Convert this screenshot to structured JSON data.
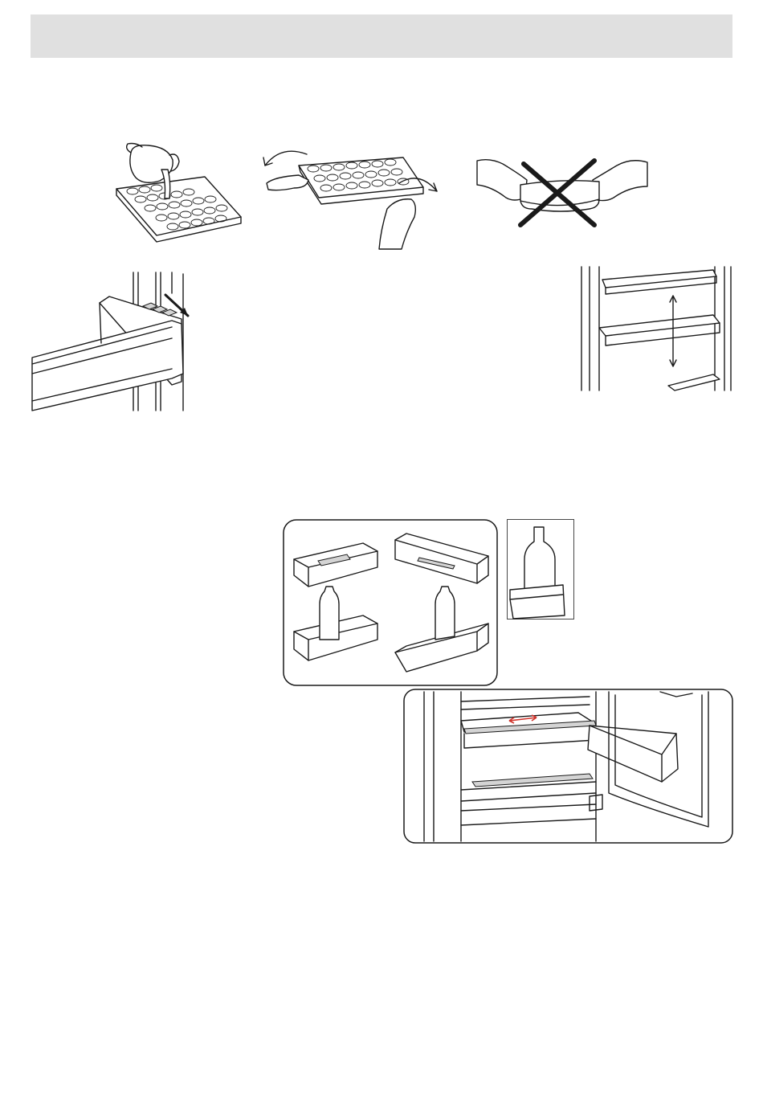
{
  "page": {
    "background": "#ffffff",
    "header_bar_color": "#e0e0e0",
    "accent_arrow_color": "#d0342c"
  },
  "illustrations": [
    {
      "id": "ice-tray-filling",
      "icon": "ice-tray-filling-illustration"
    },
    {
      "id": "ice-tray-twisting",
      "icon": "ice-tray-twisting-illustration"
    },
    {
      "id": "ice-tray-do-not-bend",
      "icon": "do-not-bend-cross-illustration"
    },
    {
      "id": "door-shelf-removal",
      "icon": "door-shelf-removal-illustration"
    },
    {
      "id": "door-shelf-height",
      "icon": "door-shelf-height-adjust-illustration"
    },
    {
      "id": "bottle-holder-positions",
      "icon": "bottle-holder-positions-illustration"
    },
    {
      "id": "bottle-in-holder",
      "icon": "bottle-in-holder-illustration"
    },
    {
      "id": "fridge-interior-slide-shelf",
      "icon": "fridge-interior-slide-shelf-illustration"
    }
  ]
}
